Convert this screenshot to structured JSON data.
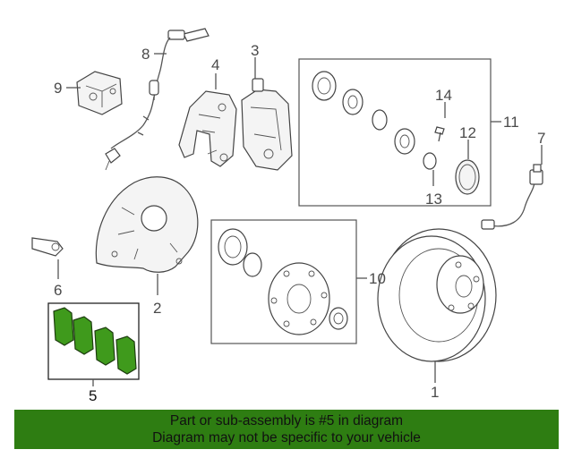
{
  "callouts": {
    "c1": "1",
    "c2": "2",
    "c3": "3",
    "c4": "4",
    "c5": "5",
    "c6": "6",
    "c7": "7",
    "c8": "8",
    "c9": "9",
    "c10": "10",
    "c11": "11",
    "c12": "12",
    "c13": "13",
    "c14": "14"
  },
  "banner": {
    "line1": "Part or sub-assembly is #5 in diagram",
    "line2": "Diagram may not be specific to your vehicle"
  },
  "colors": {
    "banner_bg": "#2e7d12",
    "pad_fill": "#3f9a1c"
  }
}
